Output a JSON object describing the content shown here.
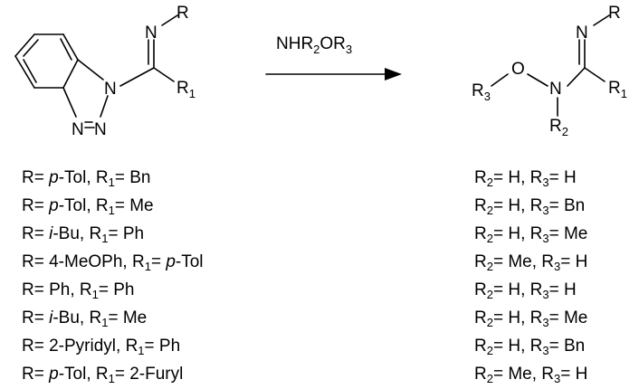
{
  "reactant": {
    "atoms": {
      "imine_n": "N",
      "r": "R",
      "r1_base": "R",
      "r1_sub": "1",
      "bt_n1": "N",
      "bt_n2": "N",
      "bt_n3": "N"
    }
  },
  "reagent": {
    "prefix": "NHR",
    "sub2": "2",
    "mid": "OR",
    "sub3": "3"
  },
  "product": {
    "atoms": {
      "imine_n": "N",
      "r": "R",
      "r1_base": "R",
      "r1_sub": "1",
      "o": "O",
      "amine_n": "N",
      "r2_base": "R",
      "r2_sub": "2",
      "r3_base": "R",
      "r3_sub": "3"
    }
  },
  "left_list": [
    {
      "r_label": "R= ",
      "r_italic": "p",
      "r_rest": "-Tol",
      "r1_prefix": ", R",
      "r1_sub": "1",
      "r1_eq": "= ",
      "r1_italic": "",
      "r1_rest": "Bn"
    },
    {
      "r_label": "R= ",
      "r_italic": "p",
      "r_rest": "-Tol",
      "r1_prefix": ", R",
      "r1_sub": "1",
      "r1_eq": "= ",
      "r1_italic": "",
      "r1_rest": "Me"
    },
    {
      "r_label": "R= ",
      "r_italic": "i",
      "r_rest": "-Bu",
      "r1_prefix": ", R",
      "r1_sub": "1",
      "r1_eq": "= ",
      "r1_italic": "",
      "r1_rest": "Ph"
    },
    {
      "r_label": "R= ",
      "r_italic": "",
      "r_rest": "4-MeOPh",
      "r1_prefix": ", R",
      "r1_sub": "1",
      "r1_eq": "= ",
      "r1_italic": "p",
      "r1_rest": "-Tol"
    },
    {
      "r_label": "R= ",
      "r_italic": "",
      "r_rest": "Ph",
      "r1_prefix": ", R",
      "r1_sub": "1",
      "r1_eq": "= ",
      "r1_italic": "",
      "r1_rest": "Ph"
    },
    {
      "r_label": "R= ",
      "r_italic": "i",
      "r_rest": "-Bu",
      "r1_prefix": ", R",
      "r1_sub": "1",
      "r1_eq": "= ",
      "r1_italic": "",
      "r1_rest": "Me"
    },
    {
      "r_label": "R= ",
      "r_italic": "",
      "r_rest": "2-Pyridyl",
      "r1_prefix": ", R",
      "r1_sub": "1",
      "r1_eq": "= ",
      "r1_italic": "",
      "r1_rest": "Ph"
    },
    {
      "r_label": "R= ",
      "r_italic": "p",
      "r_rest": "-Tol",
      "r1_prefix": ", R",
      "r1_sub": "1",
      "r1_eq": "= ",
      "r1_italic": "",
      "r1_rest": "2-Furyl"
    }
  ],
  "right_list": [
    {
      "r2_base": "R",
      "r2_sub": "2",
      "r2_val": "= H",
      "r3_prefix": ", R",
      "r3_sub": "3",
      "r3_val": "= H"
    },
    {
      "r2_base": "R",
      "r2_sub": "2",
      "r2_val": "= H",
      "r3_prefix": ", R",
      "r3_sub": "3",
      "r3_val": "= Bn"
    },
    {
      "r2_base": "R",
      "r2_sub": "2",
      "r2_val": "= H",
      "r3_prefix": ", R",
      "r3_sub": "3",
      "r3_val": "= Me"
    },
    {
      "r2_base": "R",
      "r2_sub": "2",
      "r2_val": "= Me",
      "r3_prefix": ", R",
      "r3_sub": "3",
      "r3_val": "= H"
    },
    {
      "r2_base": "R",
      "r2_sub": "2",
      "r2_val": "= H",
      "r3_prefix": ", R",
      "r3_sub": "3",
      "r3_val": "= H"
    },
    {
      "r2_base": "R",
      "r2_sub": "2",
      "r2_val": "= H",
      "r3_prefix": ", R",
      "r3_sub": "3",
      "r3_val": "= Me"
    },
    {
      "r2_base": "R",
      "r2_sub": "2",
      "r2_val": "= H",
      "r3_prefix": ", R",
      "r3_sub": "3",
      "r3_val": "= Bn"
    },
    {
      "r2_base": "R",
      "r2_sub": "2",
      "r2_val": "= Me",
      "r3_prefix": ", R",
      "r3_sub": "3",
      "r3_val": "= H"
    }
  ]
}
